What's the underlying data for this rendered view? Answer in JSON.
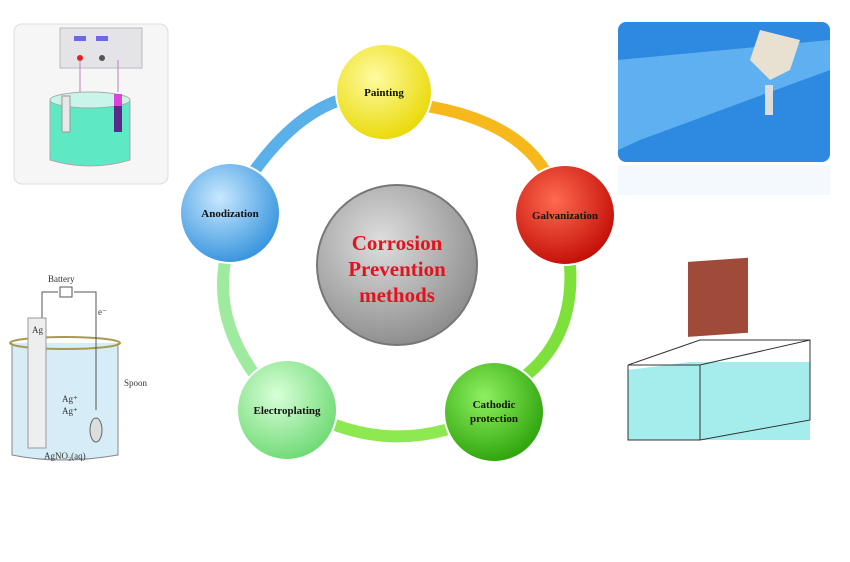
{
  "center": {
    "line1": "Corrosion",
    "line2": "Prevention",
    "line3": "methods"
  },
  "nodes": [
    {
      "label": "Painting",
      "color": "#f6e81a"
    },
    {
      "label": "Galvanization",
      "color": "#e8140e"
    },
    {
      "label": "Cathodic",
      "label2": "protection",
      "color": "#3fc40f"
    },
    {
      "label": "Electroplating",
      "color": "#8de88f"
    },
    {
      "label": "Anodization",
      "color": "#4aa8e8"
    }
  ],
  "illustrations": {
    "electroplating_cell": {
      "battery": "Battery",
      "electron": "e⁻",
      "anode": "Ag",
      "ion1": "Ag⁺",
      "ion2": "Ag⁺",
      "cathode": "Spoon",
      "solution": "AgNO₃(aq)"
    }
  }
}
